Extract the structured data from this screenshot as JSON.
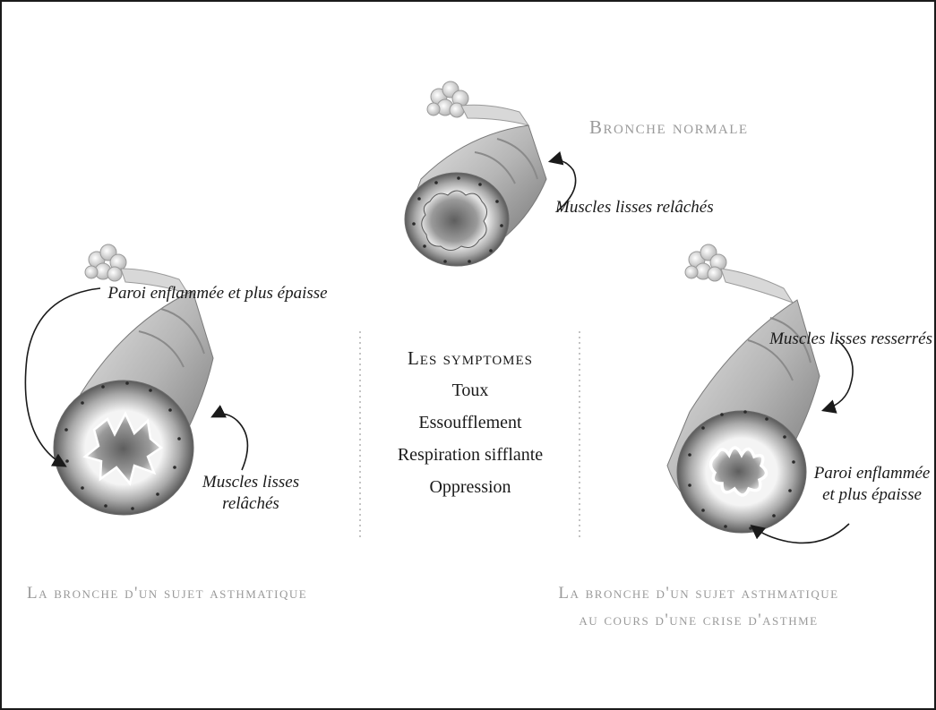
{
  "normal": {
    "title": "Bronche normale",
    "label": "Muscles lisses relâchés"
  },
  "asthmatic": {
    "label_wall": "Paroi enflammée et plus épaisse",
    "label_muscle": "Muscles lisses relâchés",
    "caption": "La bronche d'un sujet asthmatique"
  },
  "crisis": {
    "label_muscle": "Muscles lisses resserrés",
    "label_wall": "Paroi enflammée et plus épaisse",
    "caption_line1": "La bronche d'un sujet asthmatique",
    "caption_line2": "au cours d'une crise d'asthme"
  },
  "symptoms": {
    "title": "Les symptomes",
    "items": [
      "Toux",
      "Essoufflement",
      "Respiration sifflante",
      "Oppression"
    ]
  }
}
